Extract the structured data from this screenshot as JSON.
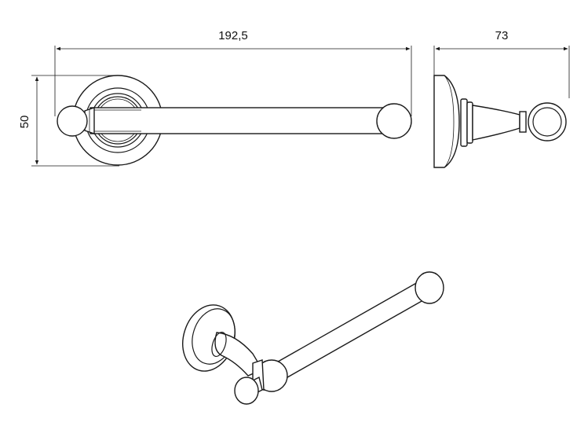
{
  "dimensions": {
    "width_label": "192,5",
    "depth_label": "73",
    "height_label": "50"
  }
}
